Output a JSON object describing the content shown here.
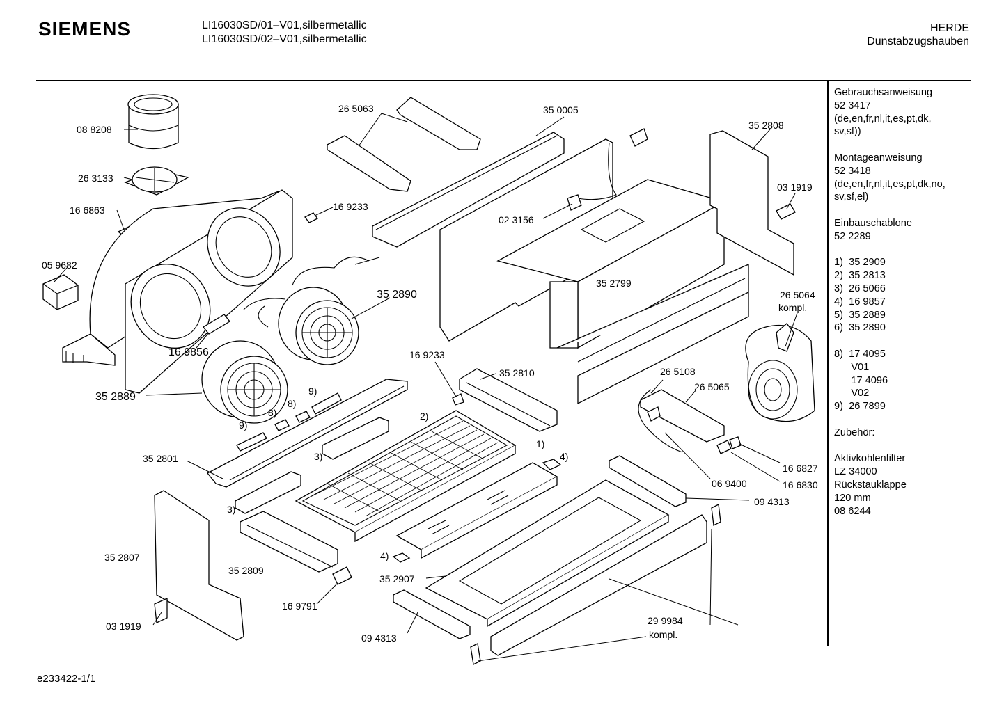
{
  "header": {
    "brand": "SIEMENS",
    "model_line_1": "LI16030SD/01–V01,silbermetallic",
    "model_line_2": "LI16030SD/02–V01,silbermetallic",
    "category_1": "HERDE",
    "category_2": "Dunstabzugshauben"
  },
  "sidepanel": {
    "blocks": [
      [
        "Gebrauchsanweisung",
        "52 3417",
        "(de,en,fr,nl,it,es,pt,dk,",
        "sv,sf))"
      ],
      [
        "Montageanweisung",
        "52 3418",
        "(de,en,fr,nl,it,es,pt,dk,no,",
        "sv,sf,el)"
      ],
      [
        "Einbauschablone",
        "52 2289"
      ],
      [
        "1)  35 2909",
        "2)  35 2813",
        "3)  26 5066",
        "4)  16 9857",
        "5)  35 2889",
        "6)  35 2890"
      ],
      [
        "8)  17 4095",
        "      V01",
        "      17 4096",
        "      V02",
        "9)  26 7899"
      ],
      [
        "Zubehör:"
      ],
      [
        "Aktivkohlenfilter",
        "LZ 34000",
        "Rückstauklappe",
        "120 mm",
        "08 6244"
      ]
    ]
  },
  "labels": {
    "p088208": "08 8208",
    "p263133": "26 3133",
    "p166863": "16 6863",
    "p059682": "05 9682",
    "p265063": "26 5063",
    "p350005": "35 0005",
    "p169233a": "16 9233",
    "p023156": "02 3156",
    "p352808": "35 2808",
    "p031919a": "03 1919",
    "p352890": "35 2890",
    "p352799": "35 2799",
    "p265064": "26 5064",
    "p265064b": "kompl.",
    "p169856": "16 9856",
    "p169233b": "16 9233",
    "p352810": "35 2810",
    "p352889": "35 2889",
    "p265108": "26 5108",
    "p265065": "26 5065",
    "n9a": "9)",
    "n8a": "8)",
    "n8b": "8)",
    "n9b": "9)",
    "n2": "2)",
    "n1": "1)",
    "n4a": "4)",
    "n3a": "3)",
    "n3b": "3)",
    "n4b": "4)",
    "p352801": "35 2801",
    "p166827": "16 6827",
    "p069400": "06 9400",
    "p166830": "16 6830",
    "p094313a": "09 4313",
    "p352807": "35 2807",
    "p352809": "35 2809",
    "p352907": "35 2907",
    "p169791": "16 9791",
    "p031919b": "03 1919",
    "p094313b": "09 4313",
    "p299984": "29 9984",
    "p299984b": "kompl."
  },
  "footer": "e233422-1/1"
}
